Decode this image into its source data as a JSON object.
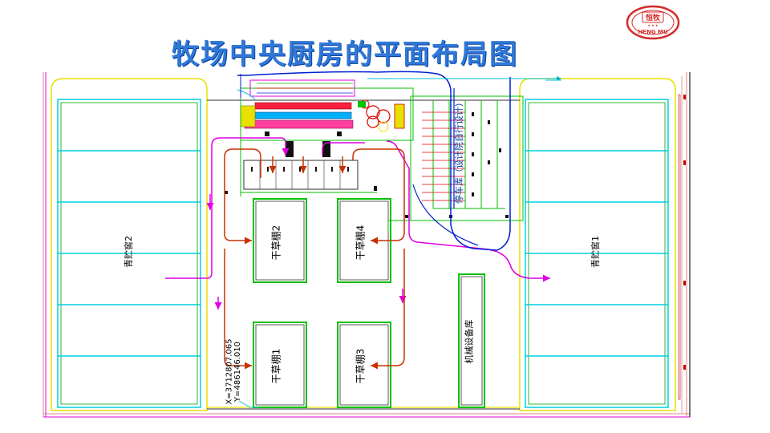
{
  "title": "牧场中央厨房的平面布局图",
  "logo": {
    "top_text": "恒牧",
    "bottom_text": "HENG MU",
    "stars": "★ ★ ★",
    "color": "#d42a2a"
  },
  "labels": {
    "silage_left": "青贮窖2",
    "silage_right": "青贮窖1",
    "hay_shed_2": "干草棚2",
    "hay_shed_4": "干草棚4",
    "hay_shed_1": "干草棚1",
    "hay_shed_3": "干草棚3",
    "machinery": "机械设备库",
    "parking": "停车库（设计院自行设计）",
    "coord_x": "X=3712807.065",
    "coord_y": "Y=486146.010"
  },
  "colors": {
    "title": "#2f78d8",
    "cyan": "#00d0e0",
    "yellow": "#e8e000",
    "green": "#00c000",
    "magenta": "#e000e0",
    "flow_arrow": "#c83200",
    "blue_path": "#0020d0",
    "red": "#e00000"
  }
}
